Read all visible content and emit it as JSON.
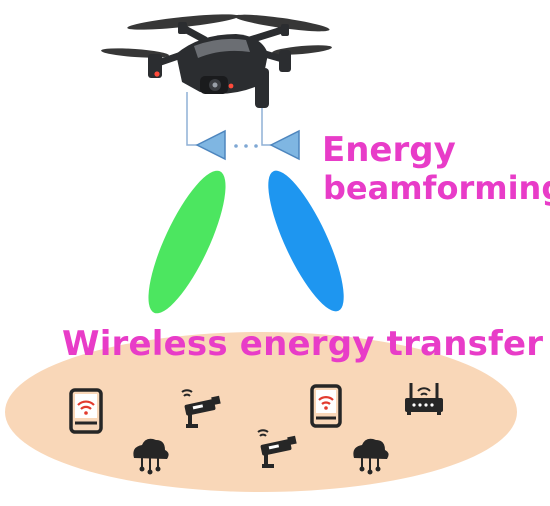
{
  "labels": {
    "beamforming_line1": "Energy",
    "beamforming_line2": "beamforming",
    "transfer": "Wireless energy transfer"
  },
  "colors": {
    "label_magenta": "#E83CC8",
    "beam_left": "#4CE660",
    "beam_right": "#1E96F0",
    "ground_area": "#F9D7B8",
    "antenna": "#7FB6E2",
    "antenna_stroke": "#4E86BE",
    "drone_body": "#2B2D30",
    "device_dark": "#262626"
  },
  "icons": {
    "uav": "drone-icon",
    "antennas": [
      "antenna-icon",
      "antenna-icon"
    ],
    "devices": [
      "tablet-icon",
      "security-camera-icon",
      "tablet-icon",
      "wifi-router-icon",
      "cloud-network-icon",
      "security-camera-icon",
      "cloud-network-icon"
    ]
  }
}
